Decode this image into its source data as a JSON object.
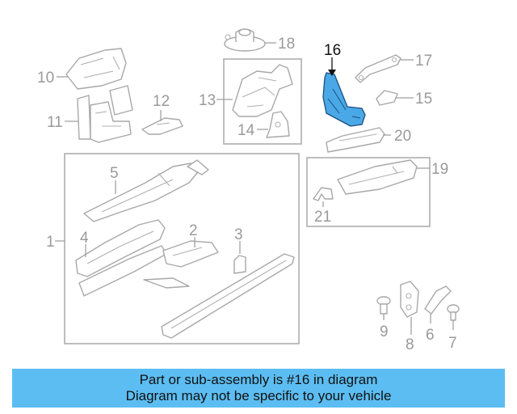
{
  "callouts": {
    "c1": "1",
    "c2": "2",
    "c3": "3",
    "c4": "4",
    "c5": "5",
    "c6": "6",
    "c7": "7",
    "c8": "8",
    "c9": "9",
    "c10": "10",
    "c11": "11",
    "c12": "12",
    "c13": "13",
    "c14": "14",
    "c15": "15",
    "c16": "16",
    "c17": "17",
    "c18": "18",
    "c19": "19",
    "c20": "20",
    "c21": "21"
  },
  "banner": {
    "line1": "Part or sub-assembly is #16 in diagram",
    "line2": "Diagram may not be specific to your vehicle"
  },
  "colors": {
    "highlight_part": "#4aa8e6",
    "banner_bg": "#5cbdf2",
    "line_gray": "#a8a8a8"
  }
}
